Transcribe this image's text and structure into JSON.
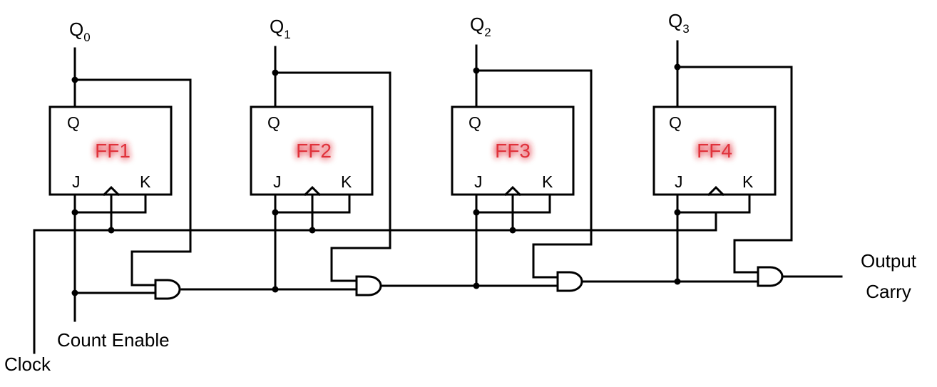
{
  "flip_flops": [
    {
      "name": "FF1",
      "q": "Q",
      "j": "J",
      "k": "K",
      "out_main": "Q",
      "out_sub": "0"
    },
    {
      "name": "FF2",
      "q": "Q",
      "j": "J",
      "k": "K",
      "out_main": "Q",
      "out_sub": "1"
    },
    {
      "name": "FF3",
      "q": "Q",
      "j": "J",
      "k": "K",
      "out_main": "Q",
      "out_sub": "2"
    },
    {
      "name": "FF4",
      "q": "Q",
      "j": "J",
      "k": "K",
      "out_main": "Q",
      "out_sub": "3"
    }
  ],
  "signals": {
    "count_enable": "Count Enable",
    "clock": "Clock",
    "output_line1": "Output",
    "output_line2": "Carry"
  },
  "colors": {
    "ff_label": "#e0303a",
    "ff_glow": "#f4a3a3"
  }
}
